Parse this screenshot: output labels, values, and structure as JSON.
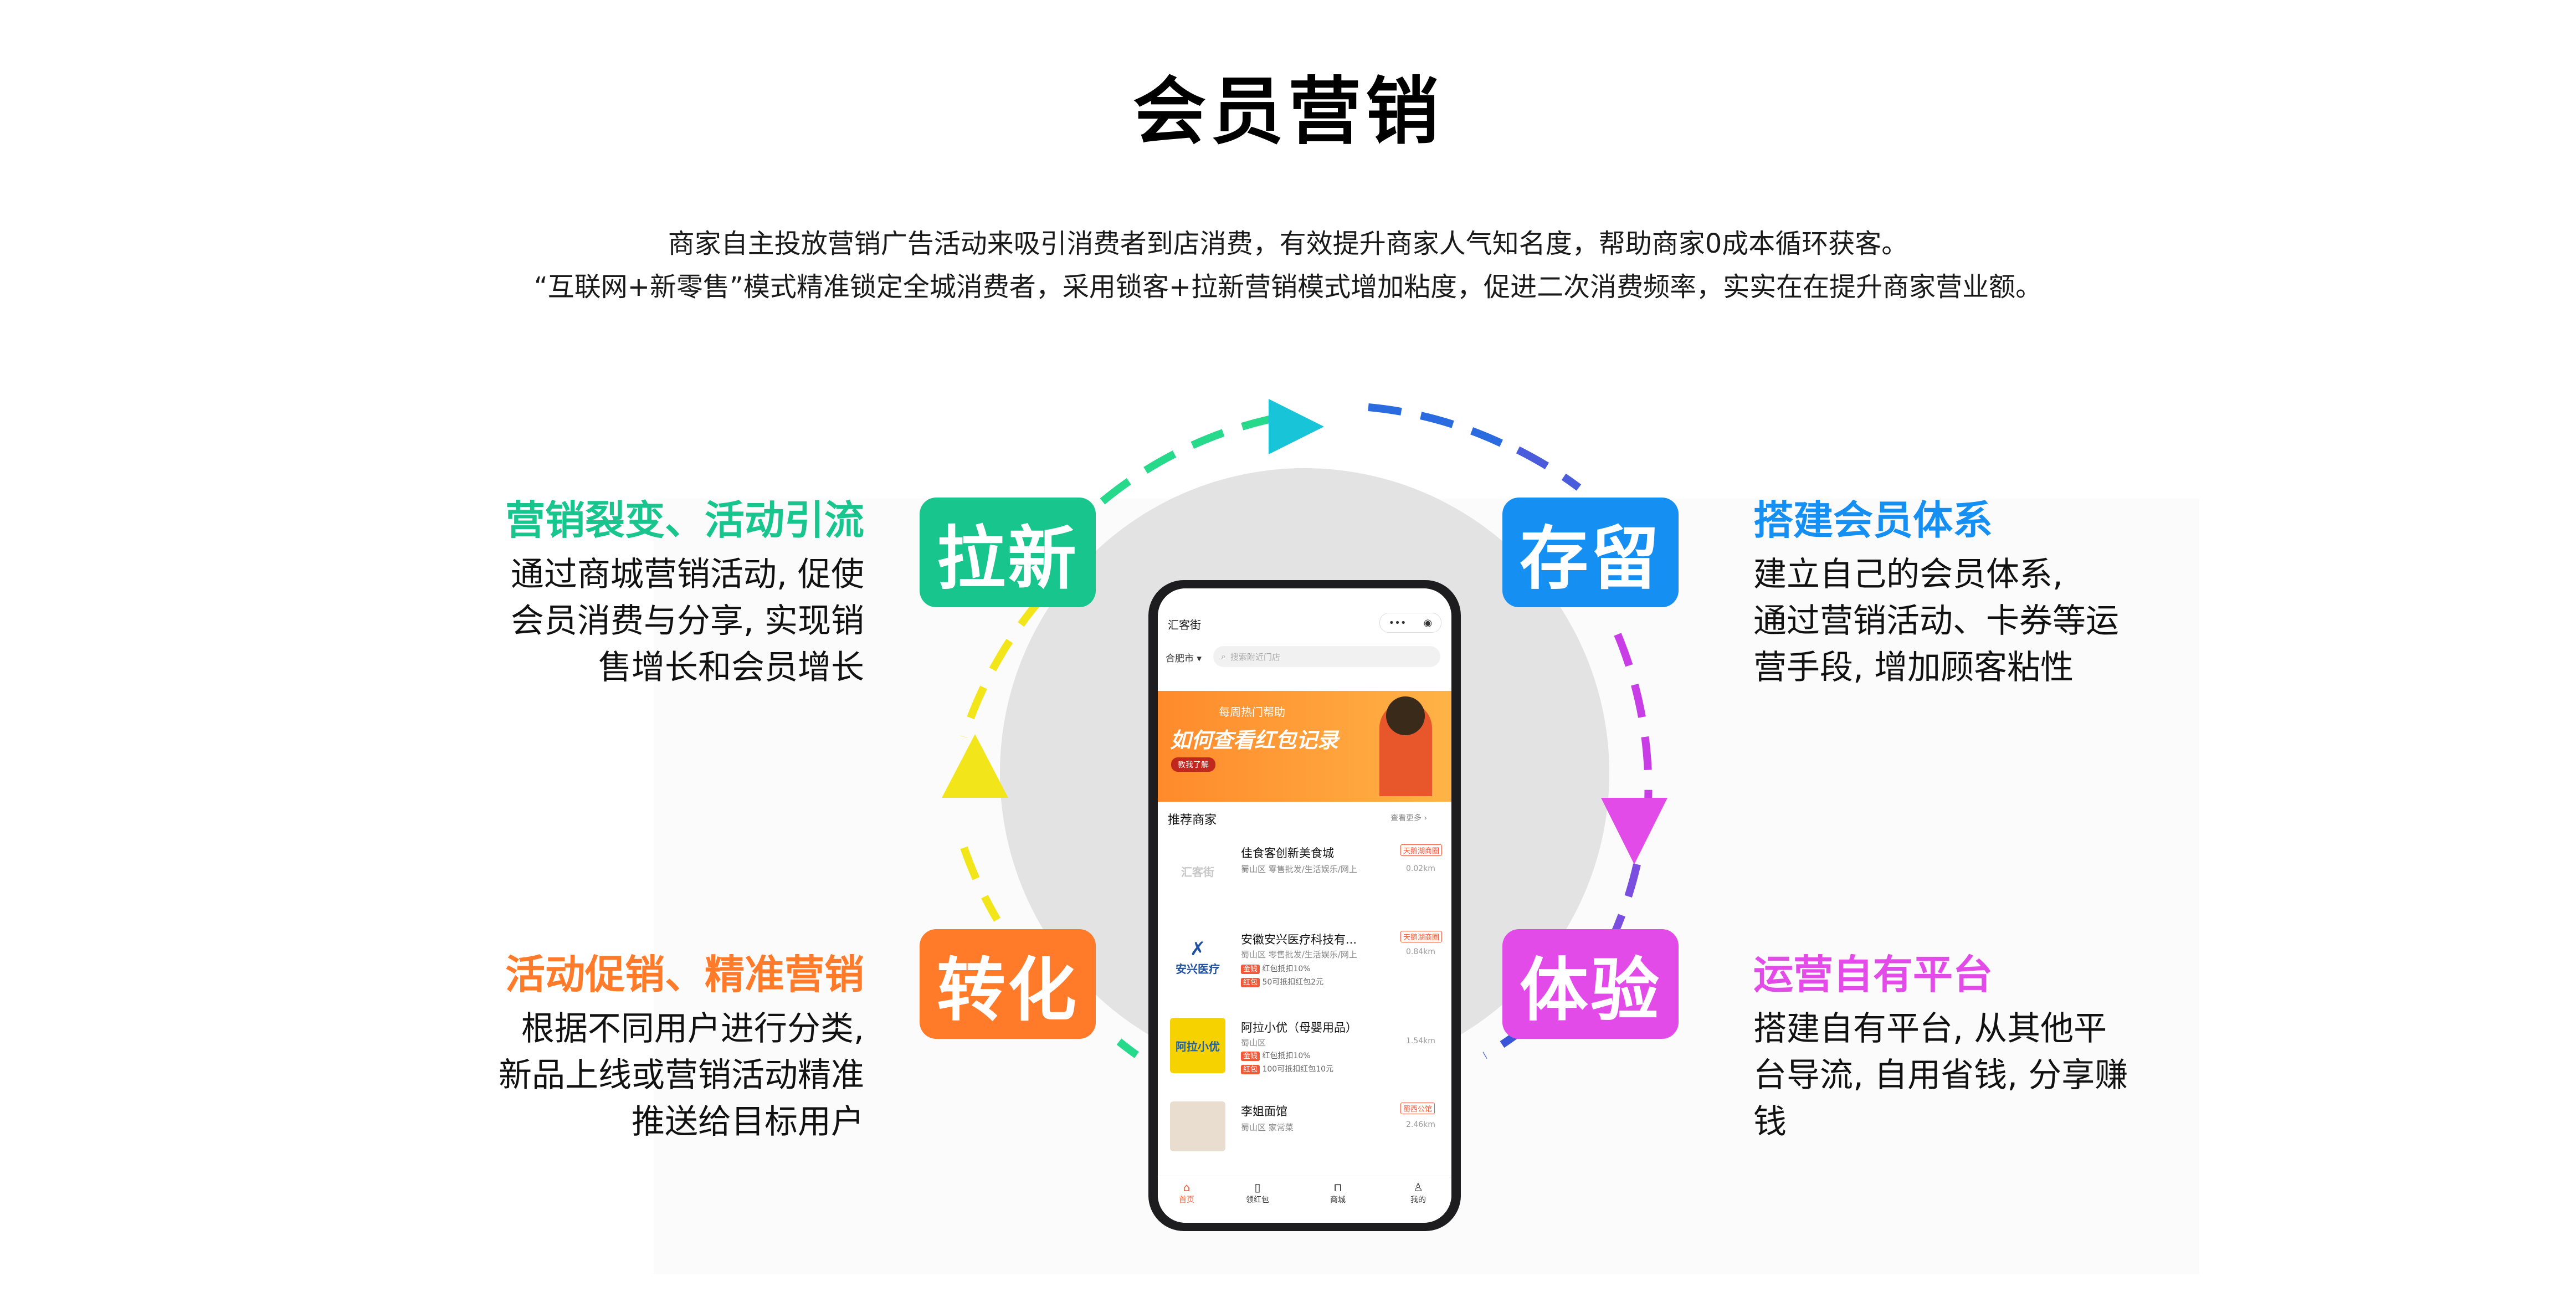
{
  "title": "会员营销",
  "subtitle_lines": [
    "商家自主投放营销广告活动来吸引消费者到店消费，有效提升商家人气知名度，帮助商家0成本循环获客。",
    "“互联网+新零售”模式精准锁定全城消费者，采用锁客+拉新营销模式增加粘度，促进二次消费频率，实实在在提升商家营业额。"
  ],
  "colors": {
    "green": "#18c58c",
    "blue": "#1590f2",
    "orange": "#ff7b2a",
    "magenta": "#e24be8",
    "yellow": "#f2e61a",
    "cyan": "#18c4d8"
  },
  "stages": {
    "laxin": {
      "tag": "拉新",
      "heading": "营销裂变、活动引流",
      "lines": [
        "通过商城营销活动, 促使",
        "会员消费与分享, 实现销",
        "售增长和会员增长"
      ]
    },
    "cunliu": {
      "tag": "存留",
      "heading": "搭建会员体系",
      "lines": [
        "建立自己的会员体系,",
        "通过营销活动、卡券等运",
        "营手段, 增加顾客粘性"
      ]
    },
    "zhuanhua": {
      "tag": "转化",
      "heading": "活动促销、精准营销",
      "lines": [
        "根据不同用户进行分类,",
        "新品上线或营销活动精准",
        "推送给目标用户"
      ]
    },
    "tiyan": {
      "tag": "体验",
      "heading": "运营自有平台",
      "lines": [
        "搭建自有平台, 从其他平",
        "台导流, 自用省钱, 分享赚",
        "钱"
      ]
    }
  },
  "phone": {
    "app_title": "汇客街",
    "city": "合肥市",
    "search_placeholder": "搜索附近门店",
    "banner_top": "每周热门帮助",
    "banner_main": "如何查看红包记录",
    "banner_button": "教我了解",
    "section_title": "推荐商家",
    "section_more": "查看更多",
    "merchants": [
      {
        "logo": "汇客街",
        "name": "佳食客创新美食城",
        "sub": "蜀山区 零售批发/生活娱乐/网上",
        "badge": "天鹅湖商圈",
        "dist": "0.02km",
        "offers": []
      },
      {
        "logo": "安兴医疗",
        "name": "安徽安兴医疗科技有...",
        "sub": "蜀山区 零售批发/生活娱乐/网上",
        "badge": "天鹅湖商圈",
        "dist": "0.84km",
        "offers": [
          {
            "tag": "金钱",
            "text": "红包抵扣10%"
          },
          {
            "tag": "红包",
            "text": "50可抵扣红包2元"
          }
        ]
      },
      {
        "logo": "阿拉小优",
        "name": "阿拉小优（母婴用品）",
        "sub": "蜀山区",
        "badge": "",
        "dist": "1.54km",
        "offers": [
          {
            "tag": "金钱",
            "text": "红包抵扣10%"
          },
          {
            "tag": "红包",
            "text": "100可抵扣红包10元"
          }
        ]
      },
      {
        "logo": "",
        "name": "李姐面馆",
        "sub": "蜀山区 家常菜",
        "badge": "蜀西公馆",
        "dist": "2.46km",
        "offers": []
      }
    ],
    "nav": [
      "首页",
      "领红包",
      "商城",
      "我的"
    ]
  }
}
